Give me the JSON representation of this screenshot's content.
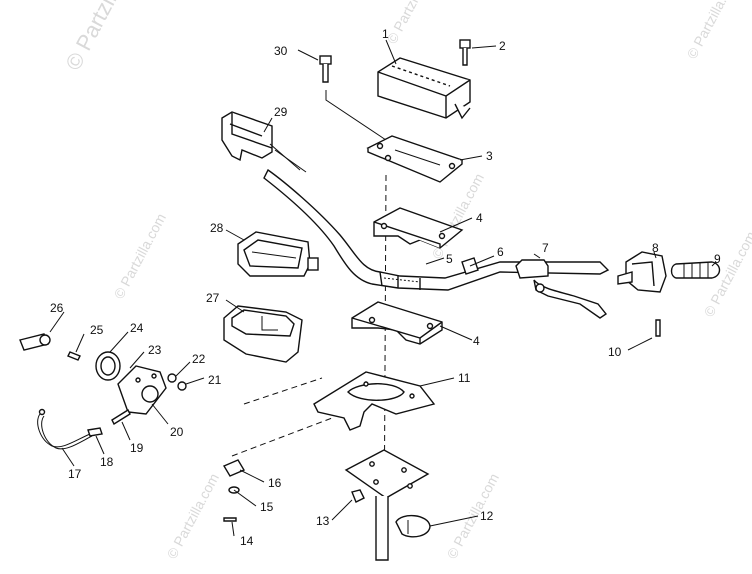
{
  "watermark": {
    "main": "© Partzilla.com",
    "repeat": "© Partzilla.com"
  },
  "callouts": [
    {
      "id": "c1",
      "label": "1"
    },
    {
      "id": "c2",
      "label": "2"
    },
    {
      "id": "c3",
      "label": "3"
    },
    {
      "id": "c4a",
      "label": "4"
    },
    {
      "id": "c4b",
      "label": "4"
    },
    {
      "id": "c5",
      "label": "5"
    },
    {
      "id": "c6",
      "label": "6"
    },
    {
      "id": "c7",
      "label": "7"
    },
    {
      "id": "c8",
      "label": "8"
    },
    {
      "id": "c9",
      "label": "9"
    },
    {
      "id": "c10",
      "label": "10"
    },
    {
      "id": "c11",
      "label": "11"
    },
    {
      "id": "c12",
      "label": "12"
    },
    {
      "id": "c13",
      "label": "13"
    },
    {
      "id": "c14",
      "label": "14"
    },
    {
      "id": "c15",
      "label": "15"
    },
    {
      "id": "c16",
      "label": "16"
    },
    {
      "id": "c17",
      "label": "17"
    },
    {
      "id": "c18",
      "label": "18"
    },
    {
      "id": "c19",
      "label": "19"
    },
    {
      "id": "c20",
      "label": "20"
    },
    {
      "id": "c21",
      "label": "21"
    },
    {
      "id": "c22",
      "label": "22"
    },
    {
      "id": "c23",
      "label": "23"
    },
    {
      "id": "c24",
      "label": "24"
    },
    {
      "id": "c25",
      "label": "25"
    },
    {
      "id": "c26",
      "label": "26"
    },
    {
      "id": "c27",
      "label": "27"
    },
    {
      "id": "c28",
      "label": "28"
    },
    {
      "id": "c29",
      "label": "29"
    },
    {
      "id": "c30",
      "label": "30"
    }
  ]
}
